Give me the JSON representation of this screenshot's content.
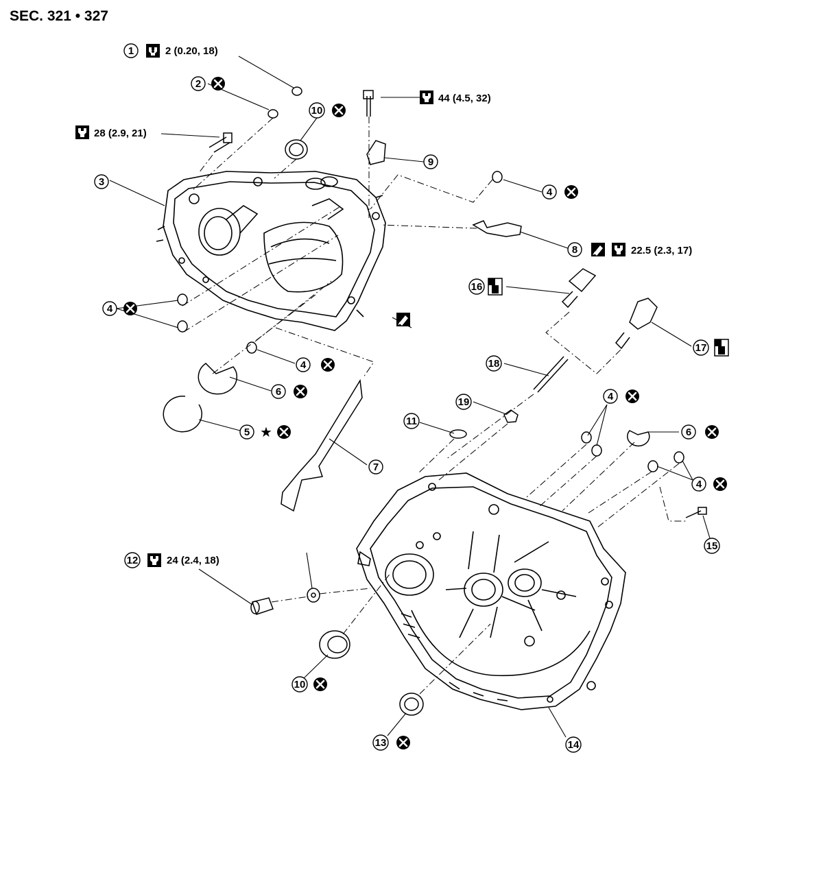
{
  "section_title": "SEC. 321 • 327",
  "callouts": [
    {
      "id": "c1",
      "number": "1",
      "symbols": [
        "torque-loctite-icon"
      ],
      "spec": "2 (0.20, 18)"
    },
    {
      "id": "c2a",
      "number": "2",
      "symbols": [
        "do-not-reuse-icon"
      ],
      "spec": ""
    },
    {
      "id": "c3",
      "number": "3",
      "symbols": [],
      "spec": ""
    },
    {
      "id": "c4a",
      "number": "4",
      "symbols": [
        "do-not-reuse-icon"
      ],
      "spec": ""
    },
    {
      "id": "c4b",
      "number": "4",
      "symbols": [
        "do-not-reuse-icon"
      ],
      "spec": ""
    },
    {
      "id": "c4c",
      "number": "4",
      "symbols": [
        "do-not-reuse-icon"
      ],
      "spec": ""
    },
    {
      "id": "c4d",
      "number": "4",
      "symbols": [
        "do-not-reuse-icon"
      ],
      "spec": ""
    },
    {
      "id": "c4e",
      "number": "4",
      "symbols": [
        "do-not-reuse-icon"
      ],
      "spec": ""
    },
    {
      "id": "c5",
      "number": "5",
      "symbols": [
        "star-icon",
        "do-not-reuse-icon"
      ],
      "spec": ""
    },
    {
      "id": "c6a",
      "number": "6",
      "symbols": [
        "do-not-reuse-icon"
      ],
      "spec": ""
    },
    {
      "id": "c6b",
      "number": "6",
      "symbols": [
        "do-not-reuse-icon"
      ],
      "spec": ""
    },
    {
      "id": "c7",
      "number": "7",
      "symbols": [],
      "spec": ""
    },
    {
      "id": "c8",
      "number": "8",
      "symbols": [
        "sealant-icon",
        "torque-icon"
      ],
      "spec": "22.5 (2.3, 17)"
    },
    {
      "id": "c9",
      "number": "9",
      "symbols": [],
      "spec": ""
    },
    {
      "id": "c10a",
      "number": "10",
      "symbols": [
        "do-not-reuse-icon"
      ],
      "spec": ""
    },
    {
      "id": "c10b",
      "number": "10",
      "symbols": [
        "do-not-reuse-icon"
      ],
      "spec": ""
    },
    {
      "id": "c11",
      "number": "11",
      "symbols": [],
      "spec": ""
    },
    {
      "id": "c12",
      "number": "12",
      "symbols": [
        "torque-icon"
      ],
      "spec": "24 (2.4, 18)"
    },
    {
      "id": "c13",
      "number": "13",
      "symbols": [
        "do-not-reuse-icon"
      ],
      "spec": ""
    },
    {
      "id": "c14",
      "number": "14",
      "symbols": [],
      "spec": ""
    },
    {
      "id": "c15",
      "number": "15",
      "symbols": [],
      "spec": ""
    },
    {
      "id": "c16",
      "number": "16",
      "symbols": [
        "lubricant-icon"
      ],
      "spec": ""
    },
    {
      "id": "c17",
      "number": "17",
      "symbols": [
        "lubricant-icon"
      ],
      "spec": ""
    },
    {
      "id": "c18",
      "number": "18",
      "symbols": [],
      "spec": ""
    },
    {
      "id": "c19",
      "number": "19",
      "symbols": [],
      "spec": ""
    }
  ],
  "torque_specs": [
    {
      "id": "t28",
      "symbols": [
        "torque-icon"
      ],
      "spec": "28 (2.9, 21)"
    },
    {
      "id": "t44",
      "symbols": [
        "torque-icon"
      ],
      "spec": "44 (4.5, 32)"
    }
  ],
  "sealant_marks": [
    {
      "id": "sealant-clutch-housing",
      "symbols": [
        "sealant-icon"
      ]
    }
  ]
}
